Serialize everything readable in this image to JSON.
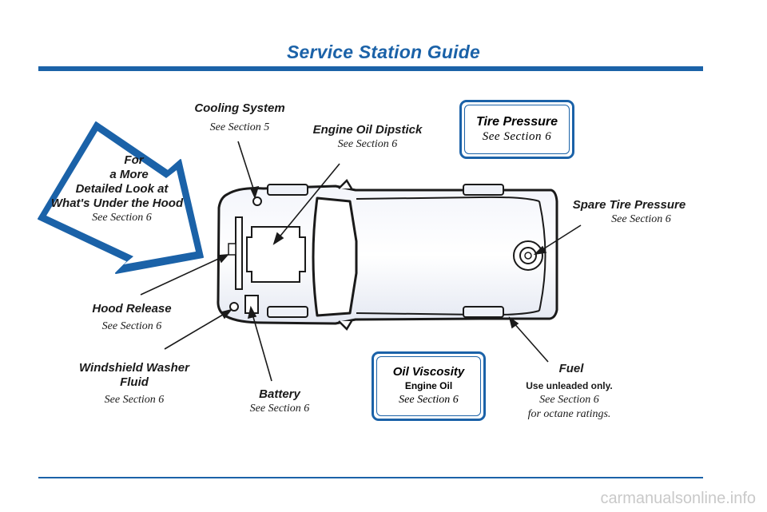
{
  "page": {
    "title": "Service Station Guide",
    "watermark": "carmanualsonline.info"
  },
  "arrow_callout": {
    "lines": [
      "For",
      "a More",
      "Detailed Look at",
      "What's Under the Hood"
    ],
    "ref": "See Section 6"
  },
  "labels": {
    "cooling_system": {
      "heading": "Cooling System",
      "ref": "See Section 5"
    },
    "engine_oil_dipstick": {
      "heading": "Engine Oil Dipstick",
      "ref": "See Section 6"
    },
    "spare_tire_pressure": {
      "heading": "Spare Tire Pressure",
      "ref": "See Section 6"
    },
    "hood_release": {
      "heading": "Hood Release",
      "ref": "See Section 6"
    },
    "windshield_washer": {
      "heading_line1": "Windshield Washer",
      "heading_line2": "Fluid",
      "ref": "See Section 6"
    },
    "battery": {
      "heading": "Battery",
      "ref": "See Section 6"
    },
    "fuel": {
      "heading": "Fuel",
      "note": "Use unleaded only.",
      "ref": "See Section 6",
      "ref2": "for octane ratings."
    }
  },
  "boxes": {
    "tire_pressure": {
      "heading": "Tire Pressure",
      "ref": "See Section 6"
    },
    "oil_viscosity": {
      "heading": "Oil Viscosity",
      "sub": "Engine Oil",
      "ref": "See Section 6"
    }
  },
  "colors": {
    "accent": "#1b62a8",
    "car_fill": "#e9ecf5",
    "line": "#1a1a1a"
  }
}
